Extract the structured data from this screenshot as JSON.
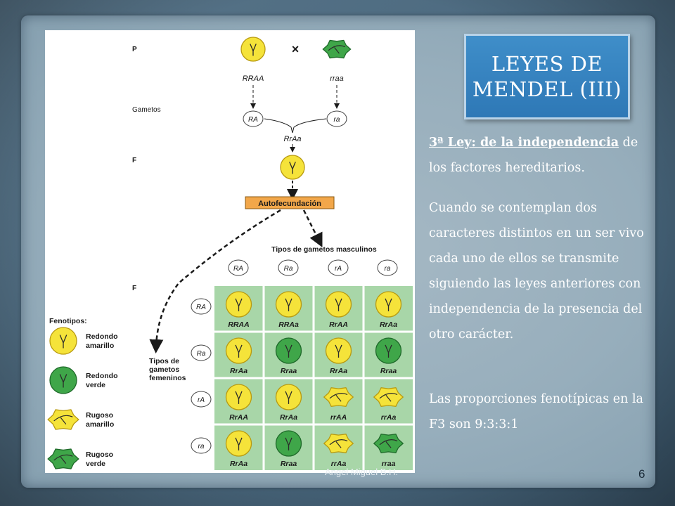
{
  "title": "LEYES DE\nMENDEL (III)",
  "text": {
    "law_heading": "3ª Ley: de la independencia",
    "law_heading_rest": " de los factores hereditarios.",
    "paragraph": "Cuando se contemplan dos caracteres distintos en un ser vivo cada uno de ellos se transmite siguiendo las leyes anteriores con independencia de la presencia del  otro carácter.",
    "proportions": "Las proporciones fenotípicas en la F3 son    9:3:3:1"
  },
  "footer": {
    "author": "Angel Miguel B.H.",
    "slide_number": "6"
  },
  "diagram": {
    "row_labels": [
      "P",
      "Gametos",
      "F",
      "F"
    ],
    "parent_genotypes": [
      "RRAA",
      "rraa"
    ],
    "cross_symbol": "×",
    "parent_gametes": [
      "RA",
      "ra"
    ],
    "f1_genotype": "RrAa",
    "selfing_label": "Autofecundación",
    "male_gametes_title": "Tipos de gametos masculinos",
    "male_gametes": [
      "RA",
      "Ra",
      "rA",
      "ra"
    ],
    "female_gametes_title": "Tipos de\ngametos\nfemeninos",
    "female_gametes": [
      "RA",
      "Ra",
      "rA",
      "ra"
    ],
    "punnett": [
      [
        {
          "g": "RRAA",
          "p": "ry"
        },
        {
          "g": "RRAa",
          "p": "ry"
        },
        {
          "g": "RrAA",
          "p": "ry"
        },
        {
          "g": "RrAa",
          "p": "ry"
        }
      ],
      [
        {
          "g": "RrAa",
          "p": "ry"
        },
        {
          "g": "Rraa",
          "p": "rg"
        },
        {
          "g": "RrAa",
          "p": "ry"
        },
        {
          "g": "Rraa",
          "p": "rg"
        }
      ],
      [
        {
          "g": "RrAA",
          "p": "ry"
        },
        {
          "g": "RrAa",
          "p": "ry"
        },
        {
          "g": "rrAA",
          "p": "wy"
        },
        {
          "g": "rrAa",
          "p": "wy"
        }
      ],
      [
        {
          "g": "RrAa",
          "p": "ry"
        },
        {
          "g": "Rraa",
          "p": "rg"
        },
        {
          "g": "rrAa",
          "p": "wy"
        },
        {
          "g": "rraa",
          "p": "wg"
        }
      ]
    ],
    "legend_title": "Fenotipos:",
    "legend": [
      {
        "p": "ry",
        "label": "Redondo\namarillo"
      },
      {
        "p": "rg",
        "label": "Redondo\nverde"
      },
      {
        "p": "wy",
        "label": "Rugoso\namarillo"
      },
      {
        "p": "wg",
        "label": "Rugoso\nverde"
      }
    ],
    "colors": {
      "yellow": "#f5e33a",
      "green": "#3fa649",
      "label_box": "#f2a74a",
      "grid": "#a8d6a8"
    }
  }
}
